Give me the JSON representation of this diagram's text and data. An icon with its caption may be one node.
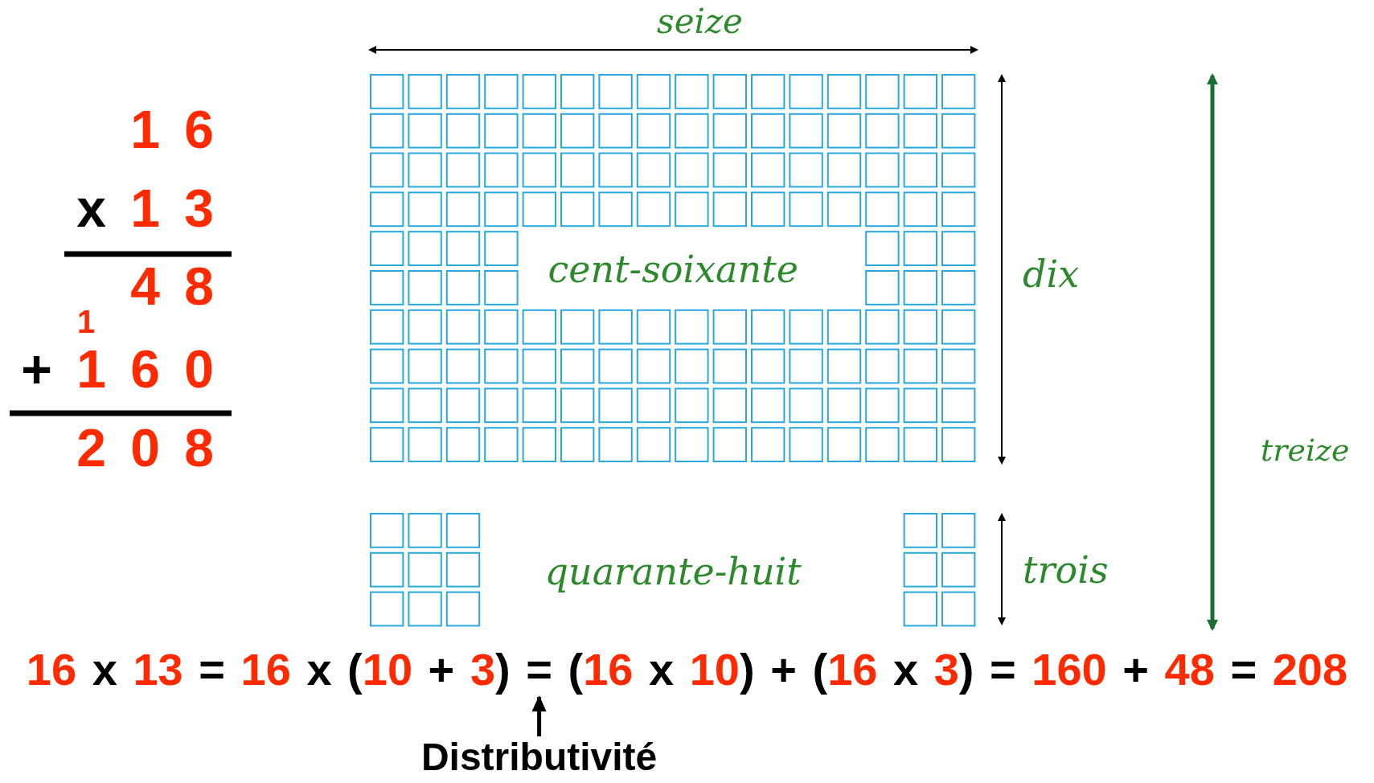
{
  "diagram": {
    "nodes": [
      {
        "text": [
          "cent-soixante"
        ]
      },
      {
        "text": [
          "quarante-huit"
        ]
      },
      {
        "text": [
          "16 x 13 = 16 x (10 + 3) = (16 x 10) + (16 x 3) = 160 + 48 = 208"
        ]
      },
      {
        "text": [
          "Distributivité"
        ]
      }
    ],
    "edges": [
      {
        "from": 3,
        "to": 2,
        "arrow": "to"
      }
    ],
    "labels": [
      "seize",
      "1 6",
      "x 1 3",
      "4 8",
      "1",
      "+ 1 6 0",
      "2 0 8",
      "dix",
      "trois",
      "treize"
    ]
  }
}
